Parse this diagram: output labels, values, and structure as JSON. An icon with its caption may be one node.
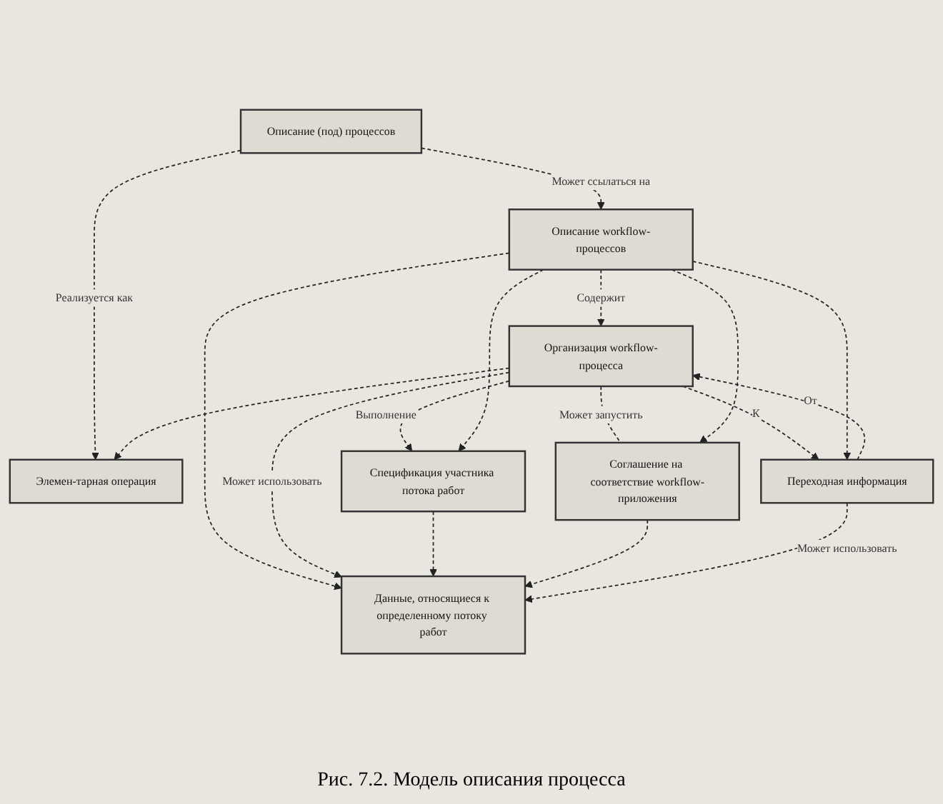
{
  "diagram": {
    "caption": "Рис. 7.2. Модель описания процесса",
    "nodes": [
      {
        "text": [
          "Описание workflow-процессов"
        ]
      },
      {
        "text": [
          "Описание (под) процессов"
        ]
      },
      {
        "text": [
          "Данные, относящиеся к определенному потоку работ"
        ]
      },
      {
        "text": [
          "Организация workflow-процесса"
        ]
      },
      {
        "text": [
          "Элемен-тарная операция"
        ]
      },
      {
        "text": [
          "Спецификация участника потока работ"
        ]
      },
      {
        "text": [
          "Соглашение на соответствие workflow-приложения"
        ]
      },
      {
        "text": [
          "Переходная информация"
        ]
      }
    ],
    "edges": [
      {
        "from": 1,
        "to": 0,
        "arrow": "to",
        "label": "Может ссылаться на",
        "style": "dashed"
      },
      {
        "from": 0,
        "to": 2,
        "arrow": "to",
        "style": "dashed"
      },
      {
        "from": 0,
        "to": 3,
        "arrow": "to",
        "label": "Содержит",
        "style": "dashed"
      },
      {
        "from": 3,
        "to": 2,
        "arrow": "to",
        "label": "Может использовать",
        "style": "dashed"
      },
      {
        "from": 1,
        "to": 4,
        "arrow": "to",
        "label": "Реализуется как",
        "style": "dashed"
      },
      {
        "from": 3,
        "to": 4,
        "arrow": "to",
        "style": "dashed"
      },
      {
        "from": 3,
        "to": 5,
        "arrow": "to",
        "label": "Выполнение",
        "style": "dashed"
      },
      {
        "from": 3,
        "to": 6,
        "arrow": "none",
        "label": "Может запустить",
        "style": "dashed"
      },
      {
        "from": 3,
        "to": 7,
        "arrow": "to",
        "label": "К",
        "style": "dashed"
      },
      {
        "from": 7,
        "to": 3,
        "arrow": "to",
        "label": "От",
        "style": "dashed"
      },
      {
        "from": 5,
        "to": 2,
        "arrow": "to",
        "style": "dashed"
      },
      {
        "from": 6,
        "to": 2,
        "arrow": "to",
        "style": "dashed"
      },
      {
        "from": 7,
        "to": 2,
        "arrow": "to",
        "label": "Может использовать",
        "style": "dashed"
      },
      {
        "from": 0,
        "to": 5,
        "arrow": "to",
        "style": "dashed"
      },
      {
        "from": 0,
        "to": 6,
        "arrow": "to",
        "style": "dashed"
      },
      {
        "from": 0,
        "to": 7,
        "arrow": "to",
        "style": "dashed"
      }
    ]
  }
}
